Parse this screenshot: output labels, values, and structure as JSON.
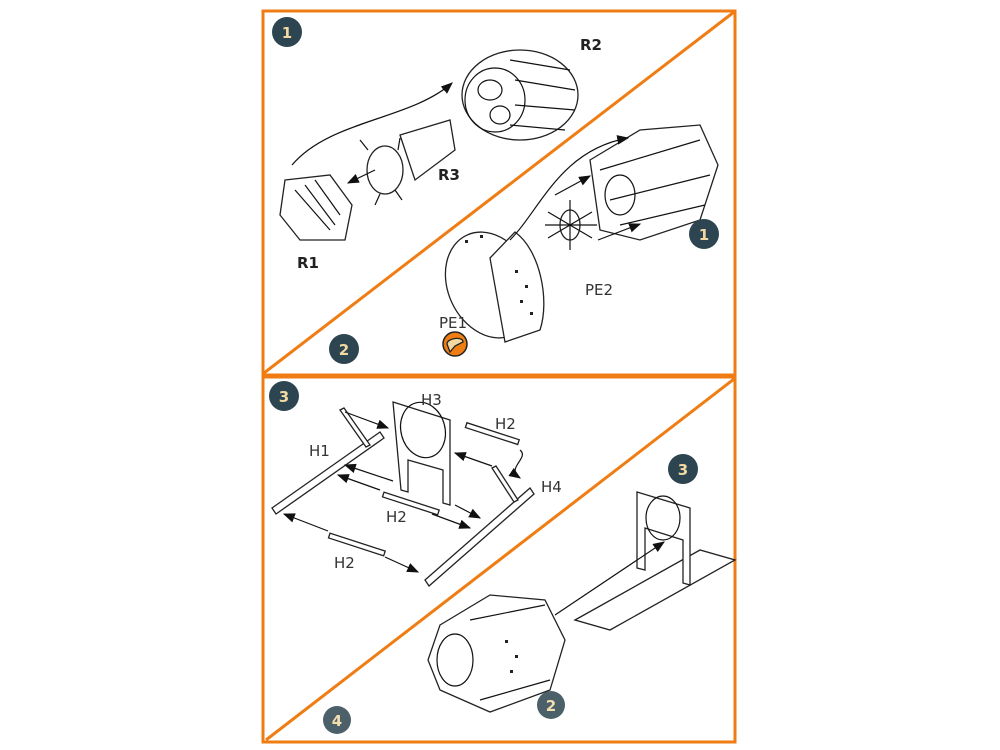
{
  "colors": {
    "frame": "#ef7d14",
    "badge": "#2c4550",
    "badge_text": "#f2d9a2"
  },
  "steps": [
    {
      "number": "1"
    },
    {
      "number": "2"
    },
    {
      "number": "3"
    },
    {
      "number": "4"
    }
  ],
  "refs": {
    "ref_1": "1",
    "ref_3": "3",
    "ref_2": "2"
  },
  "parts": {
    "r1": "R1",
    "r2": "R2",
    "r3": "R3",
    "pe1": "PE1",
    "pe2": "PE2",
    "h1": "H1",
    "h2_a": "H2",
    "h2_b": "H2",
    "h2_c": "H2",
    "h3": "H3",
    "h4": "H4"
  },
  "icons": {
    "photo_etch": "photo-etch-icon"
  }
}
